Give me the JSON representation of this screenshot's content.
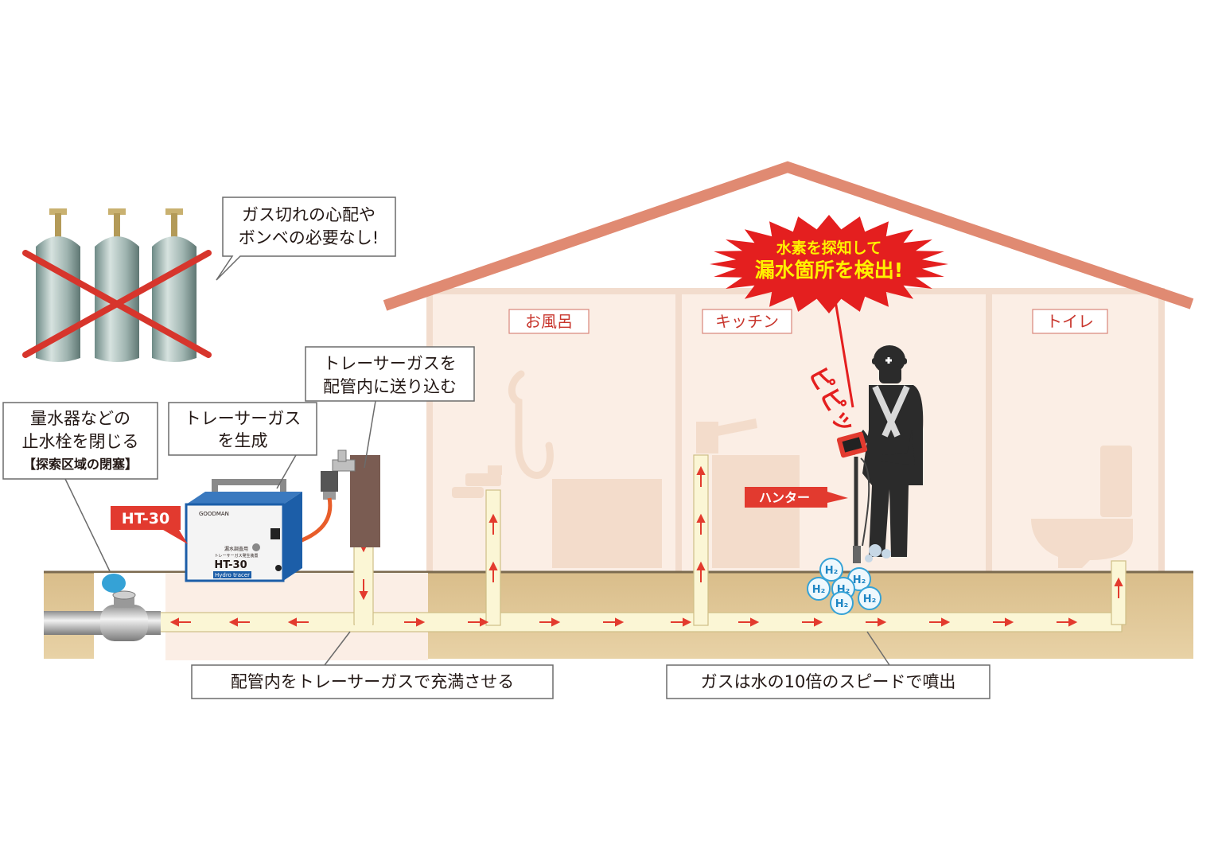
{
  "callouts": {
    "no_cylinders": [
      "ガス切れの心配や",
      "ボンベの必要なし!"
    ],
    "close_valve": [
      "量水器などの",
      "止水栓を閉じる",
      "【探索区域の閉塞】"
    ],
    "generate_gas": [
      "トレーサーガス",
      "を生成"
    ],
    "send_gas": [
      "トレーサーガスを",
      "配管内に送り込む"
    ],
    "fill_pipe": "配管内をトレーサーガスで充満させる",
    "gas_speed": "ガスは水の10倍のスピードで噴出"
  },
  "burst": [
    "水素を探知して",
    "漏水箇所を検出!"
  ],
  "beep": "ピピッ",
  "rooms": [
    "お風呂",
    "キッチン",
    "トイレ"
  ],
  "device": {
    "tag": "HT-30",
    "brand": "GOODMAN",
    "model": "HT-30",
    "series": "Hydro tracer",
    "caption_line1": "漏水調査用",
    "caption_line2": "トレーサーガス発生装置"
  },
  "hunter_tag": "ハンター",
  "h2_label": "H₂",
  "colors": {
    "roof": "#e08a72",
    "house_wall": "#f6e3d6",
    "ground": "#dcc08d",
    "pipe_fill": "#fbf6d5",
    "arrow": "#e33b2e",
    "red_tag": "#e23a2f",
    "burst": "#e41f1f",
    "burst_text": "#fff100",
    "device_blue": "#1c5ea8",
    "h2_bubble": "#35a2d6"
  }
}
